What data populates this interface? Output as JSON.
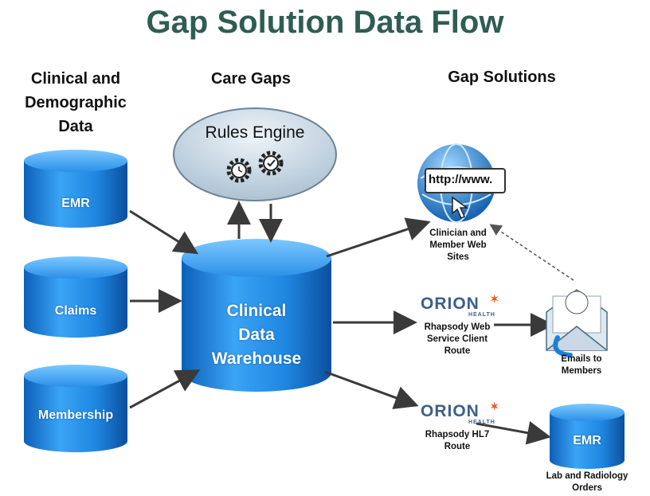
{
  "title": "Gap Solution Data Flow",
  "headings": {
    "clinical": [
      "Clinical and",
      "Demographic",
      "Data"
    ],
    "care_gaps": "Care Gaps",
    "gap_solutions": "Gap Solutions"
  },
  "sources": {
    "emr": "EMR",
    "claims": "Claims",
    "membership": "Membership"
  },
  "rules_engine": "Rules Engine",
  "warehouse": [
    "Clinical",
    "Data",
    "Warehouse"
  ],
  "web_badge": "http://www.",
  "outputs": {
    "web_sites": [
      "Clinician and",
      "Member Web",
      "Sites"
    ],
    "web_service": [
      "Rhapsody Web",
      "Service Client",
      "Route"
    ],
    "hl7": [
      "Rhapsody HL7",
      "Route"
    ],
    "emails": [
      "Emails to",
      "Members"
    ],
    "emr_orders": [
      "Lab and Radiology",
      "Orders"
    ],
    "emr_target": "EMR"
  },
  "brand": {
    "orion_word": "ORION",
    "orion_sub": "HEALTH"
  },
  "colors": {
    "title": "#2f5d52",
    "cylinder": "#1e7fd6",
    "cylinder_dark": "#0d4f9c",
    "ellipse": "#c9d9e6",
    "arrow": "#3a3a3a",
    "orion_star": "#e2561d"
  }
}
